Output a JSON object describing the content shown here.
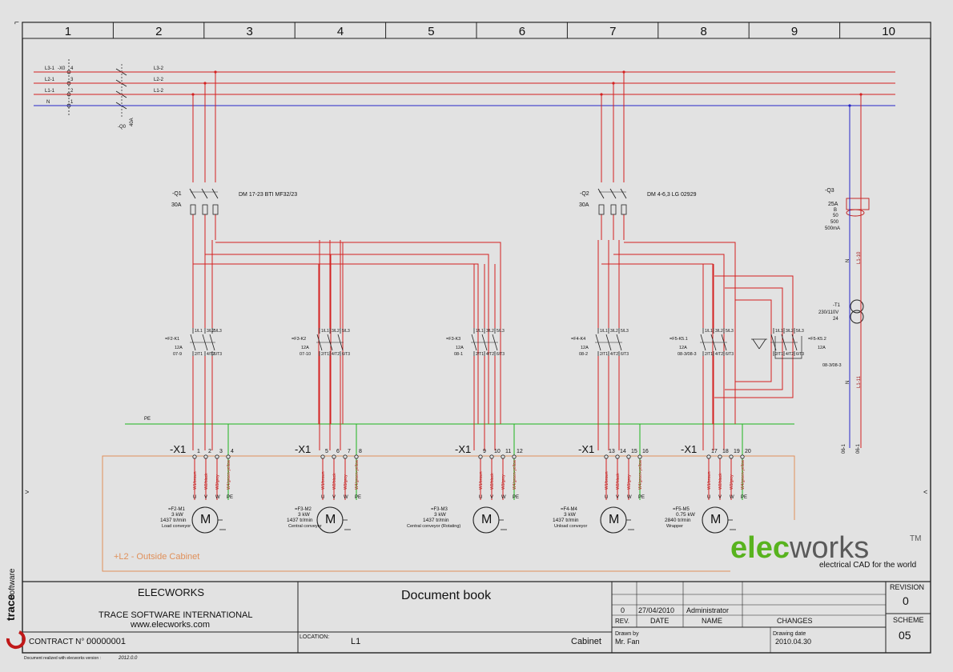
{
  "columns": [
    "1",
    "2",
    "3",
    "4",
    "5",
    "6",
    "7",
    "8",
    "9",
    "10"
  ],
  "supply": {
    "left_labels": [
      "L3-1",
      "L2-1",
      "L1-1",
      "N"
    ],
    "xo_tag": "-X0",
    "xo_terminals": [
      "4",
      "3",
      "2",
      "1"
    ],
    "switch_tag": "-Q0",
    "switch_rating": "40A",
    "right_labels": [
      "L3-2",
      "L2-2",
      "L1-2"
    ],
    "pe_label": "PE"
  },
  "breakers": [
    {
      "tag": "-Q1",
      "rating": "30A",
      "ref": "DM 17-23 BTI MF32/23"
    },
    {
      "tag": "-Q2",
      "rating": "30A",
      "ref": "DM 4-6,3 LG 02929"
    }
  ],
  "q3": {
    "tag": "-Q3",
    "specs": [
      "25A",
      "B",
      "50",
      "500",
      "500mA"
    ]
  },
  "transformer": {
    "tag": "-T1",
    "specs": [
      "230/110V",
      "24"
    ],
    "wire_labels": [
      "L1-10",
      "N",
      "L1-11",
      "N"
    ]
  },
  "contactor_pins_top": [
    "1/L1",
    "3/L2",
    "5/L3"
  ],
  "contactor_pins_bottom": [
    "2/T1",
    "4/T2",
    "6/T3"
  ],
  "contactors": [
    {
      "tag": "=F2-K1",
      "rating": "12A",
      "ref": "07-9"
    },
    {
      "tag": "=F3-K2",
      "rating": "12A",
      "ref": "07-10"
    },
    {
      "tag": "=F3-K3",
      "rating": "12A",
      "ref": "08-1"
    },
    {
      "tag": "=F4-K4",
      "rating": "12A",
      "ref": "08-2"
    },
    {
      "tag": "=F5-K5.1",
      "rating": "12A",
      "ref": "08-3/08-3"
    },
    {
      "tag": "=F5-K5.2",
      "rating": "12A",
      "ref": "08-3/08-3"
    }
  ],
  "terminal_block": {
    "tag": "-X1",
    "groups": [
      [
        "1",
        "2",
        "3",
        "4"
      ],
      [
        "5",
        "6",
        "7",
        "8"
      ],
      [
        "9",
        "10",
        "11",
        "12"
      ],
      [
        "13",
        "14",
        "15",
        "16"
      ],
      [
        "17",
        "18",
        "19",
        "20"
      ]
    ]
  },
  "motor_pins": [
    "U",
    "V",
    "W",
    "PE"
  ],
  "motor_wire_labels": [
    "W1/brown",
    "W2/black",
    "W3/grey",
    "W4/green-yellow"
  ],
  "motors": [
    {
      "tag": "=F2-M1",
      "power": "3 kW",
      "speed": "1437 tr/min",
      "name": "Load conveyor"
    },
    {
      "tag": "=F3-M2",
      "power": "3 kW",
      "speed": "1437 tr/min",
      "name": "Central conveyor"
    },
    {
      "tag": "=F3-M3",
      "power": "3 kW",
      "speed": "1437 tr/min",
      "name": "Central conveyor (Rotating)"
    },
    {
      "tag": "=F4-M4",
      "power": "3 kW",
      "speed": "1437 tr/min",
      "name": "Unload conveyor"
    },
    {
      "tag": "=F5-M5",
      "power": "0.75 kW",
      "speed": "2840 tr/min",
      "name": "Wrapper"
    }
  ],
  "motor_symbol": "M",
  "outside_cabinet_label": "+L2 - Outside Cabinet",
  "brand": {
    "part1": "elec",
    "part2": "works",
    "tm": "TM",
    "tagline": "electrical CAD for the world"
  },
  "trace_logo": {
    "name": "trace",
    "suffix": "Software"
  },
  "title_block": {
    "company": "ELECWORKS",
    "company_line2": "TRACE SOFTWARE INTERNATIONAL",
    "website": "www.elecworks.com",
    "contract_label": "CONTRACT N° :",
    "contract_value": "00000001",
    "document_title": "Document book",
    "location_label": "LOCATION:",
    "location_value": "L1",
    "cabinet": "Cabinet",
    "revision_row": {
      "rev": "0",
      "date": "27/04/2010",
      "name": "Administrator"
    },
    "headers": {
      "rev": "REV.",
      "date": "DATE",
      "name": "NAME",
      "changes": "CHANGES"
    },
    "drawn_by_label": "Drawn by",
    "drawn_by": "Mr. Fan",
    "drawing_date_label": "Drawing date",
    "drawing_date": "2010.04.30",
    "revision_label": "REVISION",
    "revision_value": "0",
    "scheme_label": "SCHEME",
    "scheme_value": "05"
  },
  "footer_note": {
    "text": "Document realized with elecworks version :",
    "version": "2012.0.0"
  },
  "colors": {
    "phase": "#d42020",
    "neutral": "#2626c8",
    "earth": "#1fb41f",
    "outside": "#e0905a",
    "frame": "#222222",
    "brand_green": "#58b31e",
    "brand_grey": "#5a5a5a"
  }
}
